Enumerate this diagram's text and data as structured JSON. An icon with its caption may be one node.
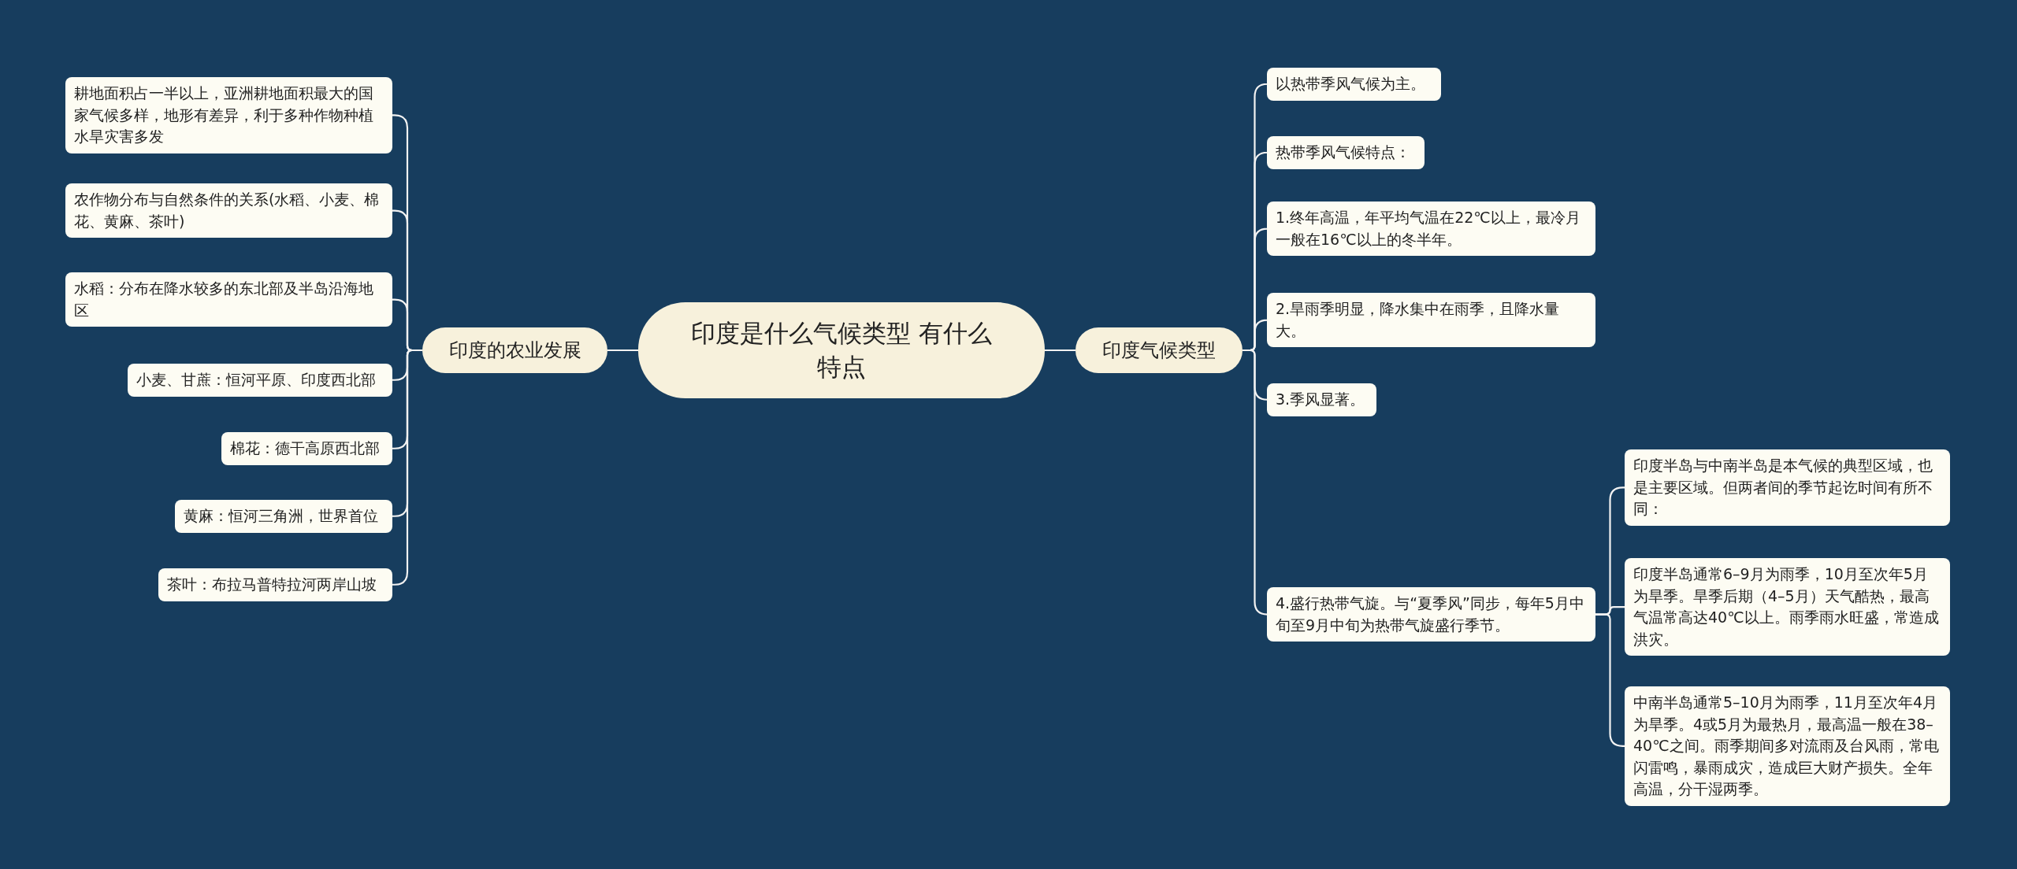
{
  "diagram": {
    "nodes": [
      {
        "text": [
          "印度是什么气候类型 有什么特点"
        ]
      },
      {
        "text": [
          "印度的农业发展"
        ]
      },
      {
        "text": [
          "耕地面积占一半以上，亚洲耕地面积最大的国家气候多样，地形有差异，利于多种作物种植水旱灾害多发"
        ]
      },
      {
        "text": [
          "农作物分布与自然条件的关系(水稻、小麦、棉花、黄麻、茶叶)"
        ]
      },
      {
        "text": [
          "水稻：分布在降水较多的东北部及半岛沿海地区"
        ]
      },
      {
        "text": [
          "小麦、甘蔗：恒河平原、印度西北部"
        ]
      },
      {
        "text": [
          "棉花：德干高原西北部"
        ]
      },
      {
        "text": [
          "黄麻：恒河三角洲，世界首位"
        ]
      },
      {
        "text": [
          "茶叶：布拉马普特拉河两岸山坡"
        ]
      },
      {
        "text": [
          "印度气候类型"
        ]
      },
      {
        "text": [
          "以热带季风气候为主。"
        ]
      },
      {
        "text": [
          "热带季风气候特点："
        ]
      },
      {
        "text": [
          "1.终年高温，年平均气温在22℃以上，最冷月一般在16℃以上的冬半年。"
        ]
      },
      {
        "text": [
          "2.旱雨季明显，降水集中在雨季，且降水量大。"
        ]
      },
      {
        "text": [
          "3.季风显著。"
        ]
      },
      {
        "text": [
          "4.盛行热带气旋。与“夏季风”同步，每年5月中旬至9月中旬为热带气旋盛行季节。"
        ]
      },
      {
        "text": [
          "印度半岛与中南半岛是本气候的典型区域，也是主要区域。但两者间的季节起讫时间有所不同："
        ]
      },
      {
        "text": [
          "印度半岛通常6–9月为雨季，10月至次年5月为旱季。旱季后期（4–5月）天气酷热，最高气温常高达40℃以上。雨季雨水旺盛，常造成洪灾。"
        ]
      },
      {
        "text": [
          "中南半岛通常5–10月为雨季，11月至次年4月为旱季。4或5月为最热月，最高温一般在38–40℃之间。雨季期间多对流雨及台风雨，常电闪雷鸣，暴雨成灾，造成巨大财产损失。全年高温，分干湿两季。"
        ]
      }
    ],
    "edges": [
      {
        "from": 0,
        "to": 1,
        "arrow": "none"
      },
      {
        "from": 1,
        "to": 2,
        "arrow": "none"
      },
      {
        "from": 1,
        "to": 3,
        "arrow": "none"
      },
      {
        "from": 1,
        "to": 4,
        "arrow": "none"
      },
      {
        "from": 1,
        "to": 5,
        "arrow": "none"
      },
      {
        "from": 1,
        "to": 6,
        "arrow": "none"
      },
      {
        "from": 1,
        "to": 7,
        "arrow": "none"
      },
      {
        "from": 1,
        "to": 8,
        "arrow": "none"
      },
      {
        "from": 0,
        "to": 9,
        "arrow": "none"
      },
      {
        "from": 9,
        "to": 10,
        "arrow": "none"
      },
      {
        "from": 9,
        "to": 11,
        "arrow": "none"
      },
      {
        "from": 9,
        "to": 12,
        "arrow": "none"
      },
      {
        "from": 9,
        "to": 13,
        "arrow": "none"
      },
      {
        "from": 9,
        "to": 14,
        "arrow": "none"
      },
      {
        "from": 9,
        "to": 15,
        "arrow": "none"
      },
      {
        "from": 15,
        "to": 16,
        "arrow": "none"
      },
      {
        "from": 15,
        "to": 17,
        "arrow": "none"
      },
      {
        "from": 15,
        "to": 18,
        "arrow": "none"
      }
    ]
  }
}
